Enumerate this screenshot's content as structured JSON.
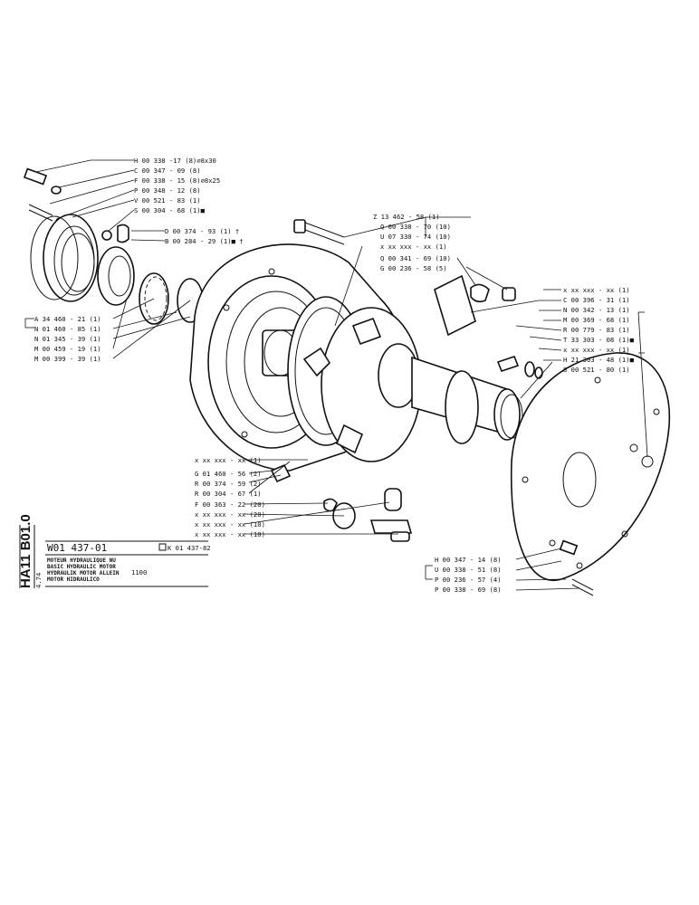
{
  "labels_top_left": [
    "H 00 338 -17 (8)∅8x30",
    "C 00 347 - 09 (8)",
    "F 00 338 - 15 (8)∅8x25",
    "P 00 348 - 12 (8)",
    "V 00 521 - 83 (1)",
    "S 00 304 - 68 (1)■",
    "D 00 374 - 93 (1) †",
    "B 00 284 - 29 (1)■ †"
  ],
  "labels_left": [
    "A 34 460 - 21 (1)",
    "N 01 460 - 85 (1)",
    "N 01 345 - 39 (1)",
    "M 00 459 - 19 (1)",
    "M 00 399 - 39 (1)"
  ],
  "labels_top_center": [
    "Z 13 462 - 58 (1)",
    "Q 00 338 - 70 (10)",
    "U 07 330 - 74 (10)",
    "x xx xxx - xx (1)",
    "Q 00 341 - 69 (10)",
    "G 00 236 - 58 (5)"
  ],
  "labels_right": [
    "x xx xxx - xx (1)",
    "C 00 396 - 31 (1)",
    "N 00 342 - 13 (1)",
    "M 00 369 - 68 (1)",
    "R 00 779 - 83 (1)",
    "T 33 303 - 08 (1)■",
    "x xx xxx - xx (1)",
    "H 21 303 - 48 (1)■",
    "S 00 521 - 80 (1)"
  ],
  "labels_bottom_center": [
    "x xx xxx - xx (1)",
    "G 01 460 - 56 (2)",
    "R 00 374 - 59 (2)",
    "R 00 304 - 67 (1)",
    "F 00 363 - 22 (20)",
    "x xx xxx - xx (20)",
    "x xx xxx - xx (10)",
    "x xx xxx - xx (10)"
  ],
  "labels_bottom_right": [
    "H 00 347 - 14 (8)",
    "U 00 338 - 51 (8)",
    "P 00 236 - 57 (4)",
    "P 00 338 - 69 (8)"
  ],
  "side_code": "HA11 B01.0",
  "side_small": "4.74",
  "title_block": {
    "number": "W01 437-01",
    "ref": "K 01 437-82",
    "lines": [
      "MOTEUR HYDRAULIQUE NU",
      "BASIC HYDRAULIC MOTOR",
      "HYDRAULIK MOTOR ALLEIN",
      "MOTOR HIDRAULICO"
    ],
    "model": "1100"
  }
}
